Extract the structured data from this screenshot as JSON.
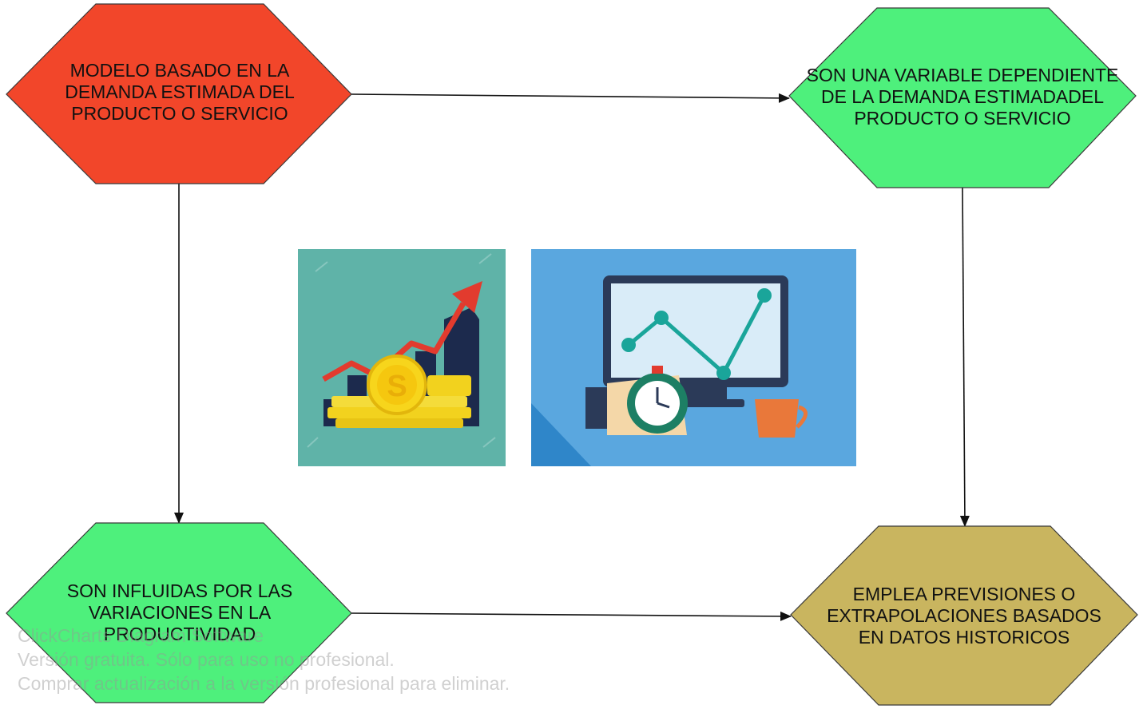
{
  "colors": {
    "red_node": "#f2462a",
    "green_node": "#4ef07c",
    "khaki_node": "#c9b55f",
    "edge": "#111111",
    "illustration_1_bg": "#5fb3a8",
    "illustration_2_bg": "#5aa7df"
  },
  "nodes": {
    "top_left": "MODELO BASADO EN LA\nDEMANDA ESTIMADA DEL\nPRODUCTO O SERVICIO",
    "top_right": "SON UNA VARIABLE DEPENDIENTE\nDE LA DEMANDA ESTIMADADEL\nPRODUCTO O SERVICIO",
    "bottom_left": "SON INFLUIDAS POR LAS\nVARIACIONES EN LA\nPRODUCTIVIDAD",
    "bottom_right": "EMPLEA PREVISIONES O\nEXTRAPOLACIONES BASADOS\nEN DATOS HISTORICOS"
  },
  "illustrations": {
    "left": "growth-chart-coins-icon",
    "right": "monitor-chart-stopwatch-icon"
  },
  "watermark": {
    "line1": "ClickCharts Diagram Software",
    "line2": "Versión gratuita. Sólo para uso no profesional.",
    "line3": "Comprar actualización a la versión profesional para eliminar."
  }
}
